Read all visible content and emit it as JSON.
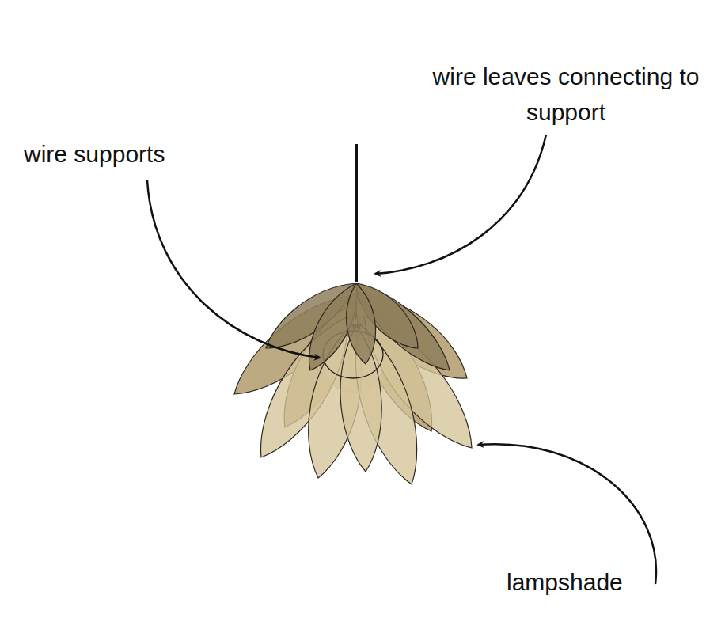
{
  "diagram": {
    "labels": [
      "wire supports",
      "wire leaves connecting to support",
      "lampshade"
    ]
  }
}
